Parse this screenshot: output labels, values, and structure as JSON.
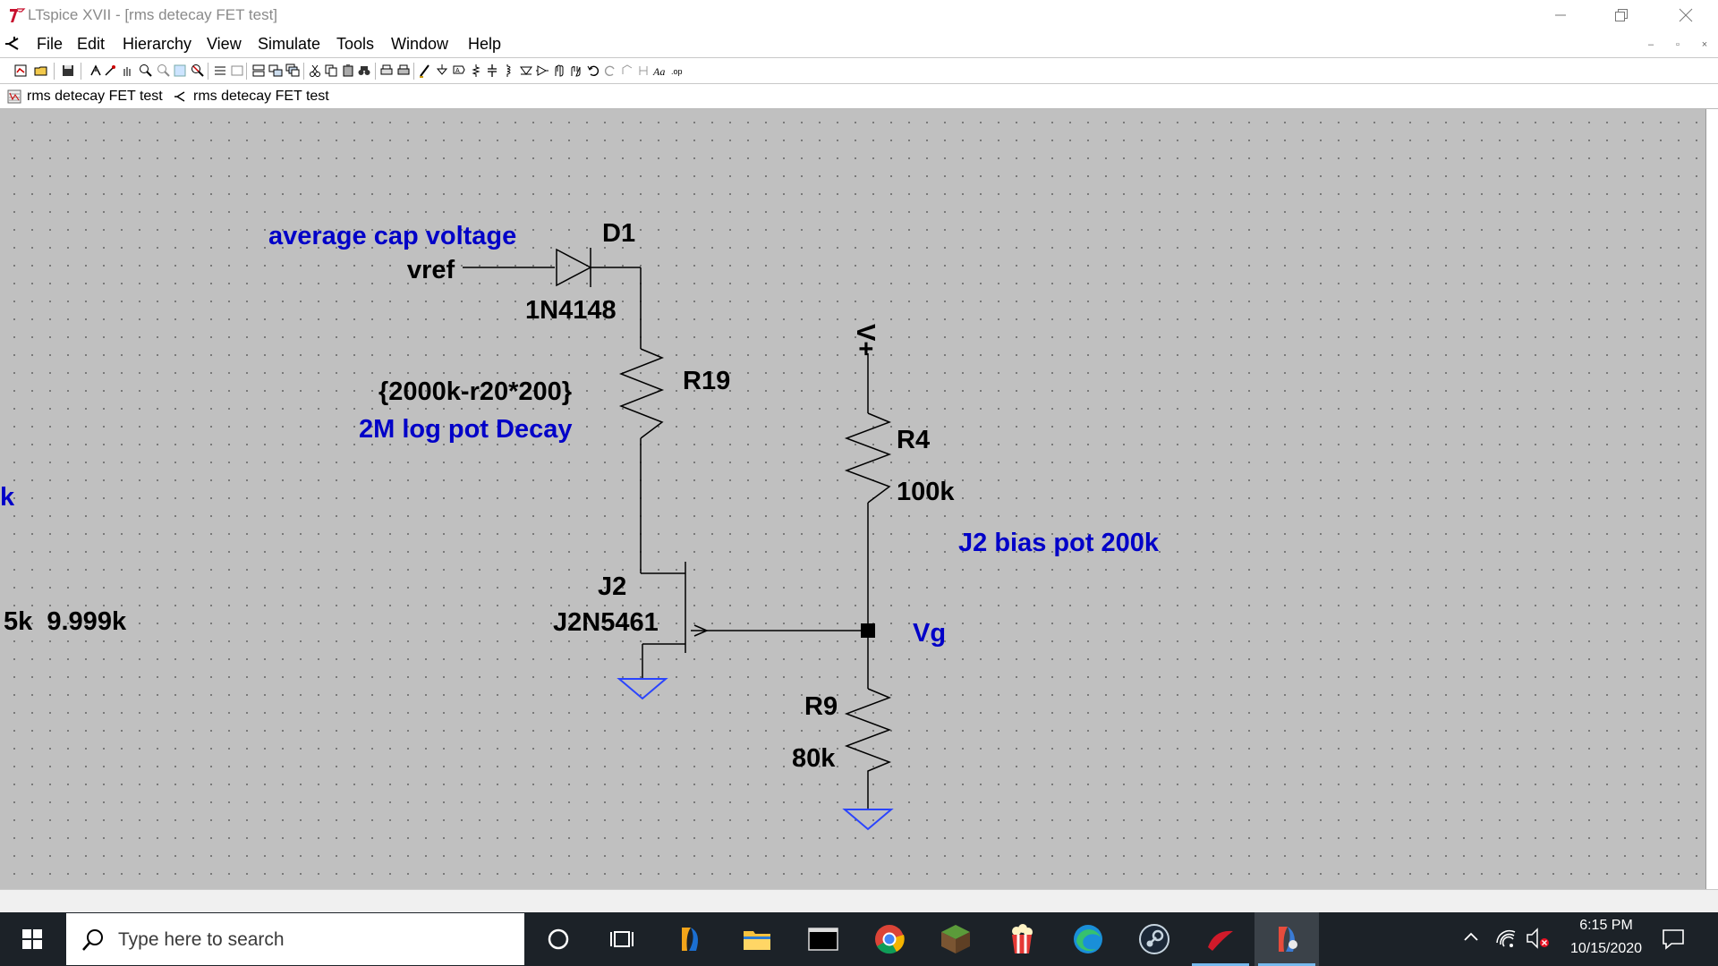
{
  "window": {
    "title": "LTspice XVII - [rms detecay FET test]"
  },
  "menu": {
    "items": [
      "File",
      "Edit",
      "Hierarchy",
      "View",
      "Simulate",
      "Tools",
      "Window",
      "Help"
    ]
  },
  "toolbar": {
    "icons": [
      "new-schematic-icon",
      "open-icon",
      "save-icon",
      "control-panel-icon",
      "run-icon",
      "halt-icon",
      "zoom-in-icon",
      "zoom-out-icon",
      "zoom-fit-icon",
      "zoom-cancel-icon",
      "autorange-icon",
      "fullscreen-icon",
      "tile-horizontal-icon",
      "tile-vertical-icon",
      "cascade-icon",
      "cut-icon",
      "copy-icon",
      "paste-icon",
      "find-icon",
      "print-icon",
      "print-preview-icon",
      "draw-wire-icon",
      "ground-icon",
      "label-net-icon",
      "place-resistor-icon",
      "place-capacitor-icon",
      "place-inductor-icon",
      "place-diode-icon",
      "place-component-icon",
      "move-icon",
      "drag-icon",
      "undo-icon",
      "redo-icon",
      "rotate-icon",
      "mirror-icon",
      "text-icon",
      "spice-directive-icon"
    ]
  },
  "tabs": [
    {
      "label": "rms detecay FET test",
      "icon": "waveform-icon"
    },
    {
      "label": "rms detecay FET test",
      "icon": "schematic-icon"
    }
  ],
  "schematic": {
    "labels": {
      "avg_cap": "average cap voltage",
      "vref": "vref",
      "d1_name": "D1",
      "d1_model": "1N4148",
      "r19_value": "{2000k-r20*200}",
      "r19_note": "2M log pot Decay",
      "r19_name": "R19",
      "v_plus": "V+",
      "r4_name": "R4",
      "r4_value": "100k",
      "j2_bias": "J2 bias pot 200k",
      "j2_name": "J2",
      "j2_model": "J2N5461",
      "vg": "Vg",
      "r9_name": "R9",
      "r9_value": "80k",
      "left_k": "k",
      "left_vals": "5k  9.999k"
    }
  },
  "taskbar": {
    "search_placeholder": "Type here to search",
    "apps": [
      "cortana-icon",
      "task-view-icon",
      "ltspice-pin-icon",
      "file-explorer-icon",
      "terminal-icon",
      "chrome-icon",
      "minecraft-icon",
      "popcorn-icon",
      "edge-icon",
      "steam-icon",
      "redline-icon",
      "ltspice-active-icon"
    ],
    "time": "6:15 PM",
    "date": "10/15/2020"
  }
}
